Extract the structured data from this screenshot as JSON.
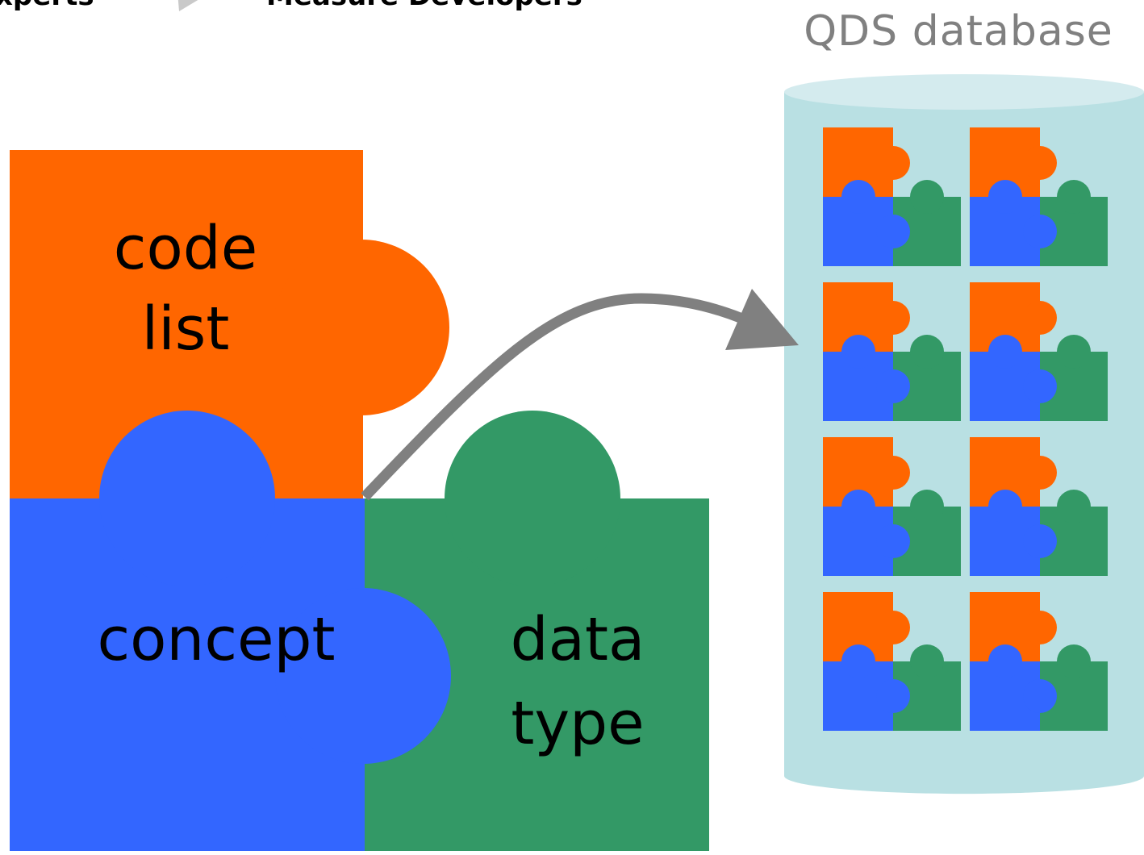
{
  "header": {
    "left_label": "xperts",
    "right_label": "Measure Developers"
  },
  "database": {
    "title": "QDS database"
  },
  "pieces": {
    "code_list": {
      "line1": "code",
      "line2": "list"
    },
    "concept": {
      "label": "concept"
    },
    "data_type": {
      "line1": "data",
      "line2": "type"
    }
  },
  "colors": {
    "code_list": "#ff6600",
    "concept": "#3366ff",
    "data_type": "#339966",
    "database_fill": "#b9e0e3",
    "database_top": "#d4ebee",
    "arrow": "#808080",
    "header_arrow": "#c9c9c9"
  },
  "icons": {
    "flow_arrow": "curved-arrow-icon",
    "header_arrow": "triangle-arrow-icon",
    "database": "cylinder-icon",
    "puzzle": "puzzle-piece-icon"
  }
}
